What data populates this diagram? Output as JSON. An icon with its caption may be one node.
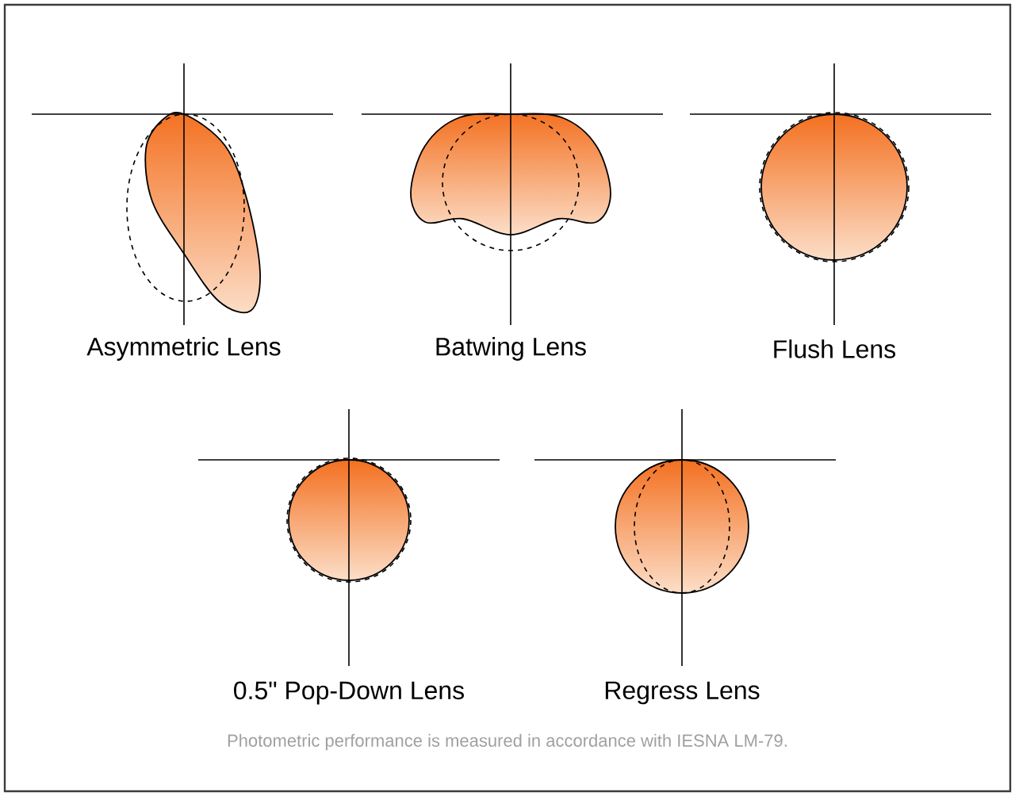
{
  "diagram": {
    "caption": "Photometric performance is measured in accordance with IESNA LM-79.",
    "labels": [
      "Asymmetric Lens",
      "Batwing Lens",
      "Flush Lens",
      "0.5\" Pop-Down Lens",
      "Regress Lens"
    ]
  }
}
